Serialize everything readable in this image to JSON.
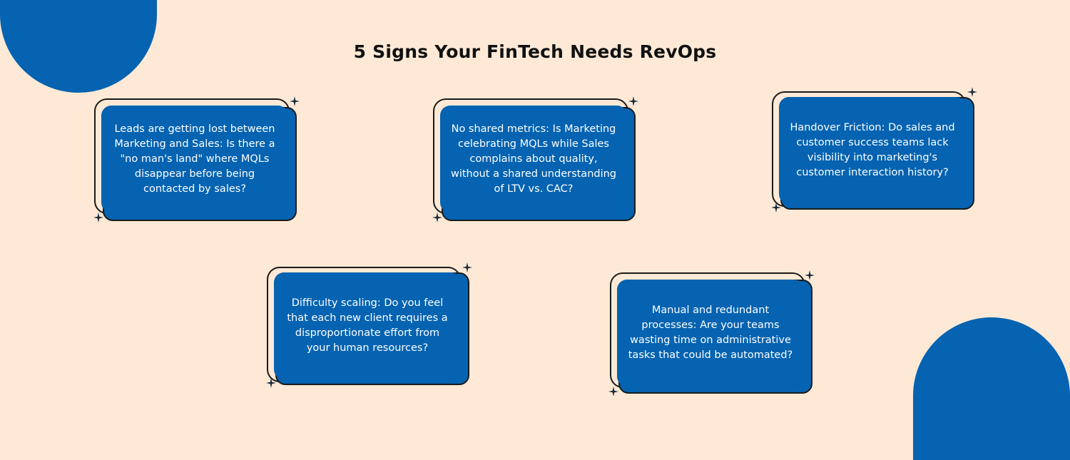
{
  "title": "5 Signs Your FinTech Needs RevOps",
  "colors": {
    "background": "#fde9d6",
    "accent": "#0563b1",
    "outline": "#1a1a1a",
    "text_on_card": "#ffffff"
  },
  "cards": [
    {
      "text": "Leads are getting lost between Marketing and Sales: Is there a \"no man's land\" where MQLs disappear before being contacted by sales?"
    },
    {
      "text": "No shared metrics: Is Marketing celebrating MQLs while Sales complains about quality, without a shared understanding of LTV vs. CAC?"
    },
    {
      "text": "Handover Friction: Do sales and customer success teams lack visibility into marketing's customer interaction history?"
    },
    {
      "text": "Difficulty scaling: Do you feel that each new client requires a disproportionate effort from your human resources?"
    },
    {
      "text": "Manual and redundant processes: Are your teams wasting time on administrative tasks that could be automated?"
    }
  ],
  "icons": [
    "sparkle-icon"
  ]
}
